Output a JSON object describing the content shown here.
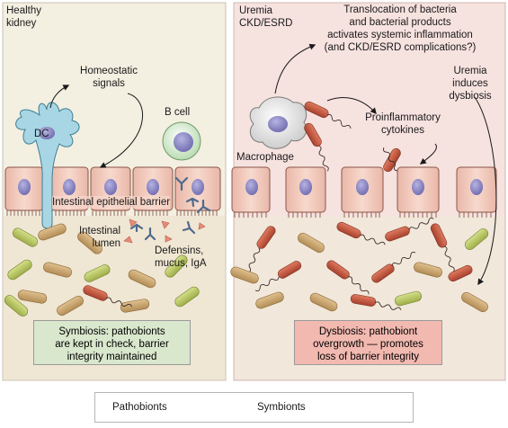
{
  "left_panel": {
    "title": "Healthy\nkidney",
    "homeostatic": "Homeostatic\nsignals",
    "dc": "DC",
    "b_cell": "B cell",
    "barrier": "Intestinal epithelial barrier",
    "lumen": "Intestinal\nlumen",
    "defensins": "Defensins,\nmucus, IgA",
    "summary": "Symbiosis: pathobionts\nare kept in check, barrier\nintegrity maintained"
  },
  "right_panel": {
    "title": "Uremia\nCKD/ESRD",
    "translocation": "Translocation of bacteria\nand bacterial products\nactivates systemic inflammation\n(and CKD/ESRD complications?)",
    "dysbiosis_cause": "Uremia\ninduces\ndysbiosis",
    "cytokines": "Proinflammatory\ncytokines",
    "macrophage": "Macrophage",
    "summary": "Dysbiosis: pathobiont\novergrowth — promotes\nloss of barrier integrity"
  },
  "legend": {
    "pathobionts": "Pathobionts",
    "symbionts": "Symbionts"
  },
  "colors": {
    "left_bg": "#f3efe1",
    "right_bg": "#f6e2df",
    "cell_fill": "#f4cfc2",
    "cell_stroke": "#8a5548",
    "nucleus": "#8c88c6",
    "dc_fill": "#a8d6e4",
    "pathobiont": "#c8573f",
    "symbiont_tan": "#cfaa74",
    "symbiont_green": "#bccb67",
    "left_box": "#d9e7cd",
    "right_box": "#f2b9b0"
  }
}
